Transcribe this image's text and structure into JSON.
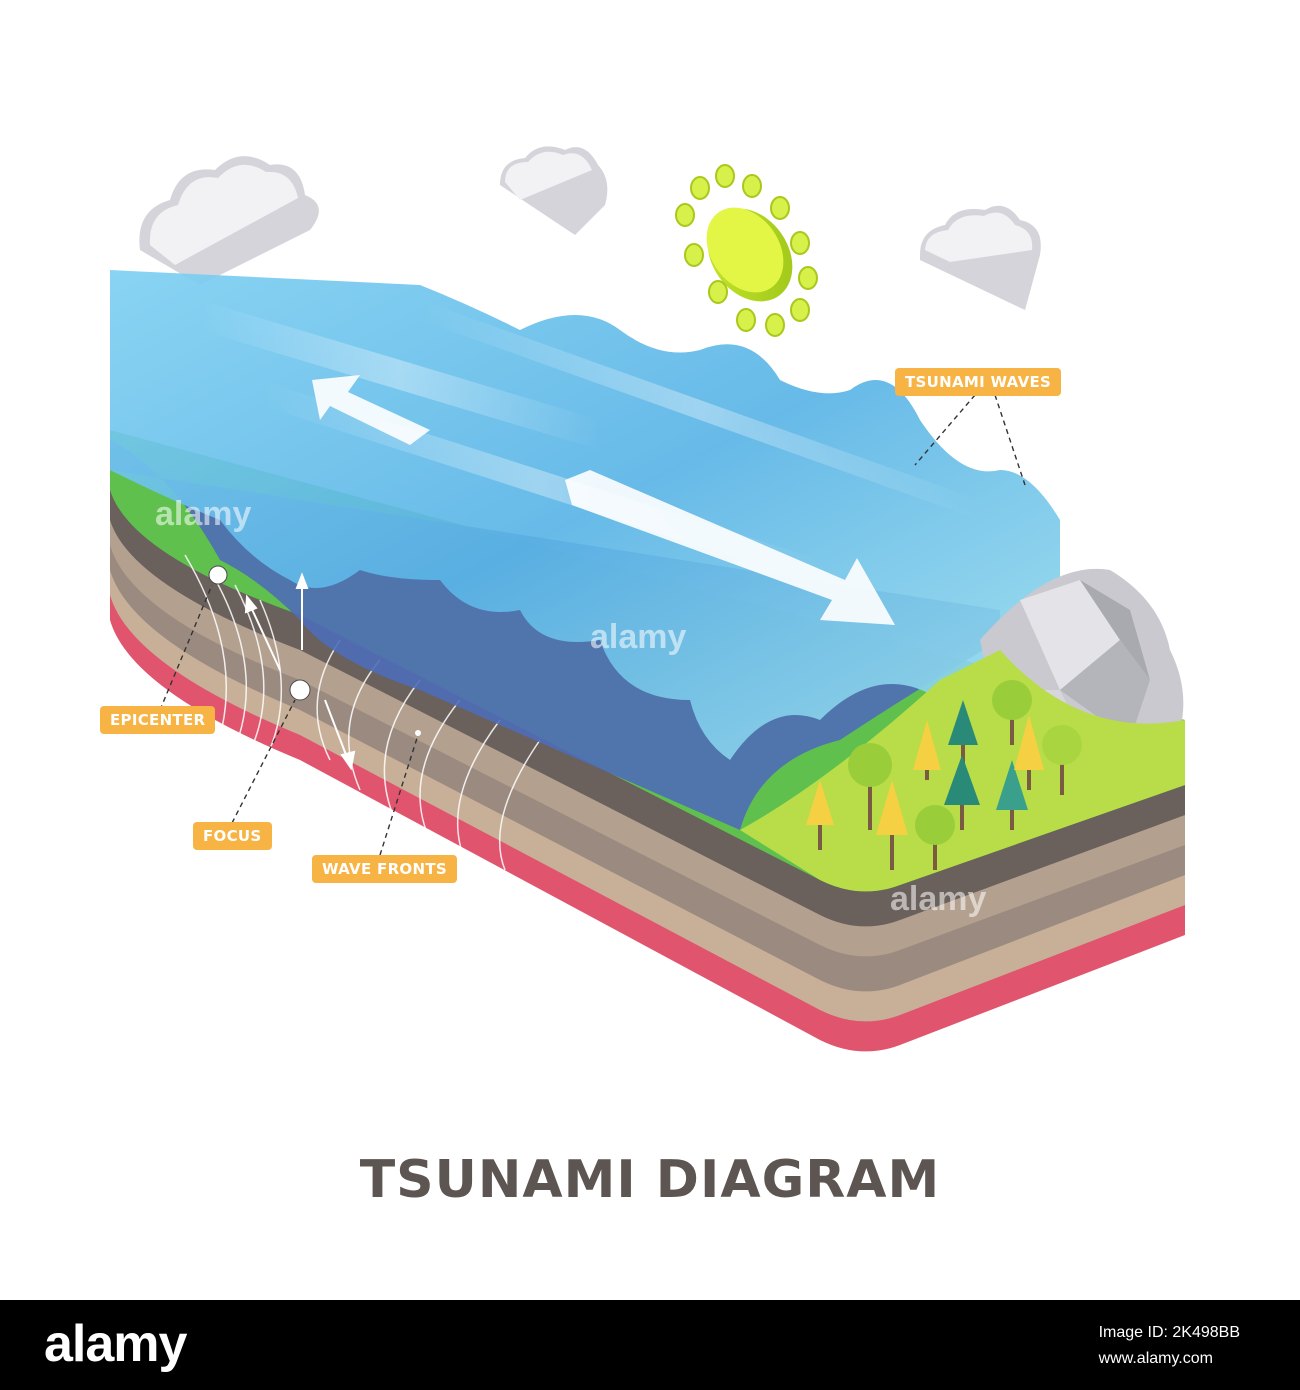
{
  "title": "TSUNAMI DIAGRAM",
  "labels": {
    "tsunami_waves": "TSUNAMI WAVES",
    "epicenter": "EPICENTER",
    "focus": "FOCUS",
    "wave_fronts": "WAVE FRONTS"
  },
  "watermark": "alamy",
  "footer": {
    "logo": "alamy",
    "image_id_line": "Image ID: 2K498BB",
    "site": "www.alamy.com"
  },
  "colors": {
    "label_bg": "#f7b343",
    "title": "#5d5552",
    "sky_water": "#5ab4e6",
    "deep_water": "#4f6db8",
    "grass": "#5fc04e",
    "crust_red": "#e0556d"
  }
}
